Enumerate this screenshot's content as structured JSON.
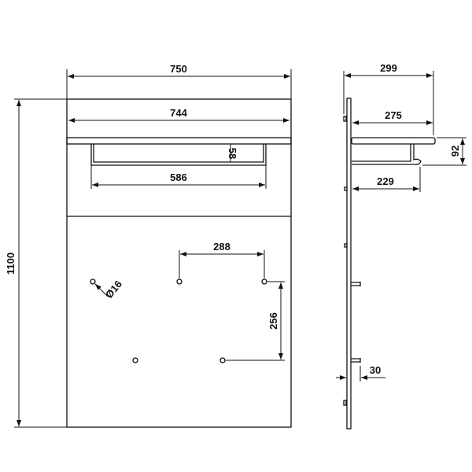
{
  "front_view": {
    "width_label": "750",
    "shelf_width_label": "744",
    "height_label": "1100",
    "rail_width_label": "586",
    "rail_drop_label": "58",
    "hook_spacing_h_label": "288",
    "hook_spacing_v_label": "256",
    "hole_diameter_label": "Ø16"
  },
  "side_view": {
    "depth_label": "299",
    "shelf_depth_label": "275",
    "shelf_height_label": "92",
    "rail_depth_label": "229",
    "hook_depth_label": "30"
  }
}
